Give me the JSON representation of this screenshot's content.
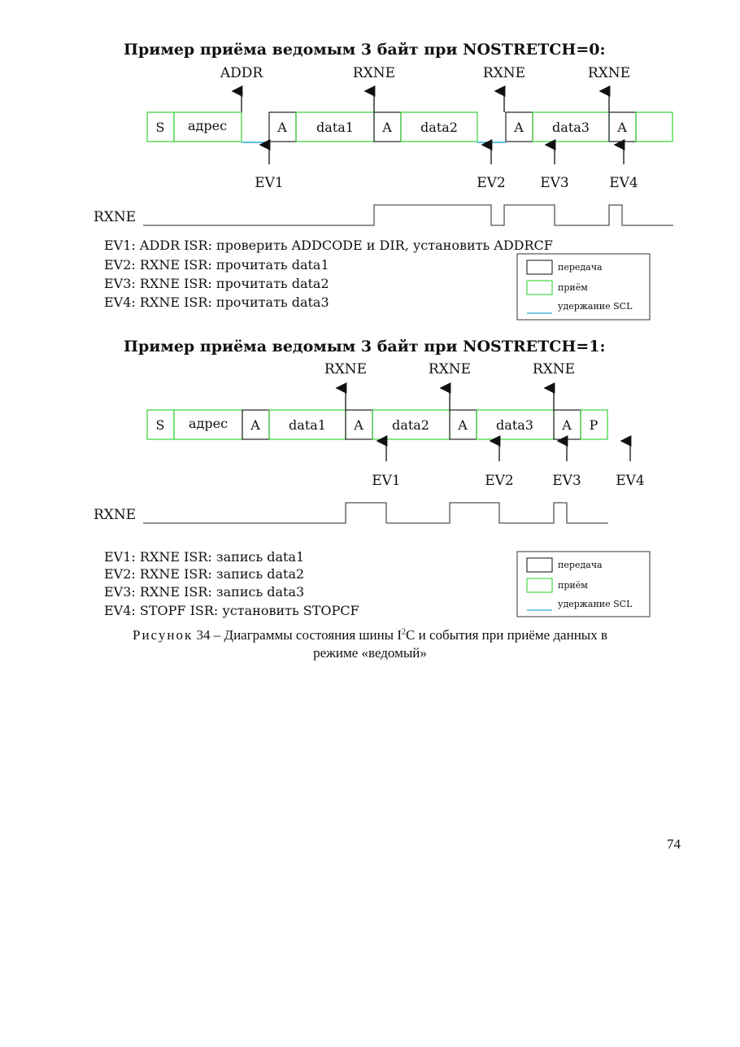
{
  "colors": {
    "transmit": "#222222",
    "receive": "#37d337",
    "scl_hold": "#2aa8e0",
    "signal": "#555555"
  },
  "section1": {
    "title": "Пример приёма ведомым 3 байт при NOSTRETCH=0:",
    "top_labels": [
      "ADDR",
      "RXNE",
      "RXNE",
      "RXNE"
    ],
    "frames": [
      "S",
      "адрес",
      "A",
      "data1",
      "A",
      "data2",
      "A",
      "data3",
      "A"
    ],
    "events": [
      "EV1",
      "EV2",
      "EV3",
      "EV4"
    ],
    "signal_label": "RXNE",
    "descriptions": [
      "EV1: ADDR ISR: проверить ADDCODE и DIR, установить ADDRCF",
      "EV2: RXNE ISR: прочитать data1",
      "EV3: RXNE ISR: прочитать data2",
      "EV4: RXNE ISR: прочитать data3"
    ],
    "legend": [
      "передача",
      "приём",
      "удержание SCL"
    ]
  },
  "section2": {
    "title": "Пример приёма ведомым 3 байт при NOSTRETCH=1:",
    "top_labels": [
      "RXNE",
      "RXNE",
      "RXNE"
    ],
    "frames": [
      "S",
      "адрес",
      "A",
      "data1",
      "A",
      "data2",
      "A",
      "data3",
      "A",
      "P"
    ],
    "events": [
      "EV1",
      "EV2",
      "EV3",
      "EV4"
    ],
    "signal_label": "RXNE",
    "descriptions": [
      "EV1: RXNE ISR: запись data1",
      "EV2: RXNE ISR: запись data2",
      "EV3: RXNE ISR: запись data3",
      "EV4: STOPF ISR: установить STOPCF"
    ],
    "legend": [
      "передача",
      "приём",
      "удержание SCL"
    ]
  },
  "caption": {
    "prefix": "Рисунок",
    "text_a": " 34 – Диаграммы состояния шины I",
    "sup": "2",
    "text_b": "C и события при приёме данных в",
    "line2": "режиме «ведомый»"
  },
  "page_number": "74"
}
